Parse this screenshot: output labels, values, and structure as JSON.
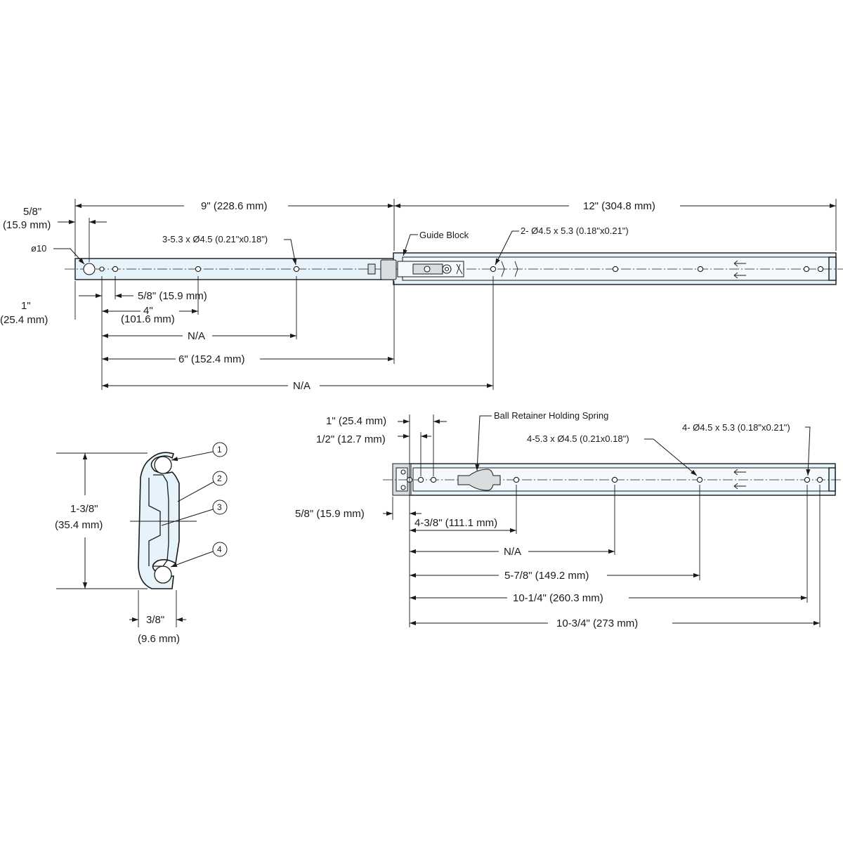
{
  "top_view": {
    "dim_total_9": "9\" (228.6 mm)",
    "dim_total_12": "12\" (304.8 mm)",
    "dim_5_8_top": "5/8\"",
    "dim_5_8_top_mm": "(15.9 mm)",
    "dia_10": "ø10",
    "holes_left": "3-5.3 x Ø4.5 (0.21\"x0.18\")",
    "guide_block": "Guide Block",
    "holes_right": "2- Ø4.5 x 5.3 (0.18\"x0.21\")",
    "dim_1_in": "1\"",
    "dim_1_mm": "(25.4 mm)",
    "dim_5_8_bottom": "5/8\" (15.9 mm)",
    "dim_4_in": "4\"",
    "dim_4_mm": "(101.6 mm)",
    "dim_na_1": "N/A",
    "dim_6": "6\" (152.4 mm)",
    "dim_na_2": "N/A"
  },
  "bottom_view": {
    "dim_1": "1\" (25.4 mm)",
    "dim_1_2": "1/2\" (12.7 mm)",
    "ball_retainer": "Ball Retainer Holding Spring",
    "holes_mid": "4-5.3 x Ø4.5 (0.21x0.18\")",
    "holes_right": "4- Ø4.5 x 5.3 (0.18\"x0.21\")",
    "dim_5_8": "5/8\" (15.9 mm)",
    "dim_4_3_8": "4-3/8\" (111.1 mm)",
    "dim_na": "N/A",
    "dim_5_7_8": "5-7/8\" (149.2 mm)",
    "dim_10_1_4": "10-1/4\" (260.3 mm)",
    "dim_10_3_4": "10-3/4\" (273 mm)"
  },
  "cross_section": {
    "height_in": "1-3/8\"",
    "height_mm": "(35.4 mm)",
    "width_in": "3/8\"",
    "width_mm": "(9.6 mm)",
    "callouts": [
      "1",
      "2",
      "3",
      "4"
    ]
  }
}
